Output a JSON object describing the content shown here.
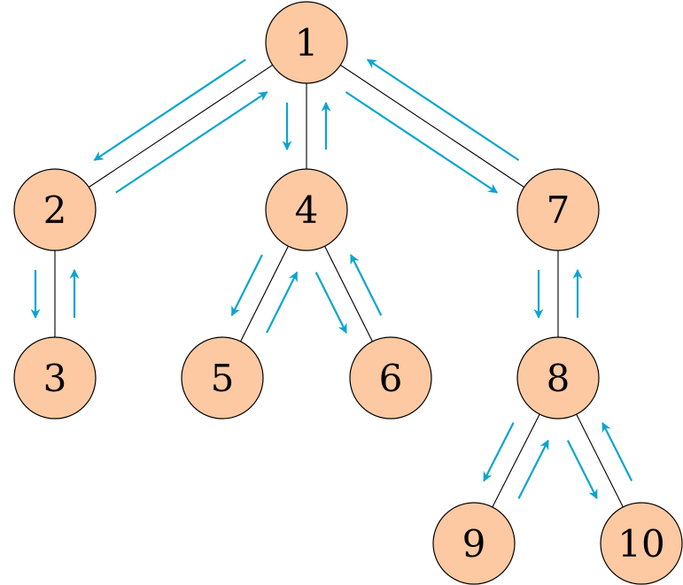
{
  "diagram": {
    "colors": {
      "node_fill": "#fdc9a2",
      "node_stroke": "#000000",
      "edge": "#000000",
      "arrow": "#0aa5d0"
    },
    "nodes": [
      {
        "id": "1",
        "label": "1"
      },
      {
        "id": "2",
        "label": "2"
      },
      {
        "id": "3",
        "label": "3"
      },
      {
        "id": "4",
        "label": "4"
      },
      {
        "id": "5",
        "label": "5"
      },
      {
        "id": "6",
        "label": "6"
      },
      {
        "id": "7",
        "label": "7"
      },
      {
        "id": "8",
        "label": "8"
      },
      {
        "id": "9",
        "label": "9"
      },
      {
        "id": "10",
        "label": "10"
      }
    ],
    "edges": [
      {
        "from": "1",
        "to": "2"
      },
      {
        "from": "1",
        "to": "4"
      },
      {
        "from": "1",
        "to": "7"
      },
      {
        "from": "2",
        "to": "3"
      },
      {
        "from": "4",
        "to": "5"
      },
      {
        "from": "4",
        "to": "6"
      },
      {
        "from": "7",
        "to": "8"
      },
      {
        "from": "8",
        "to": "9"
      },
      {
        "from": "8",
        "to": "10"
      }
    ],
    "traversal": [
      {
        "from": "1",
        "to": "2"
      },
      {
        "from": "2",
        "to": "3"
      },
      {
        "from": "3",
        "to": "2"
      },
      {
        "from": "2",
        "to": "1"
      },
      {
        "from": "1",
        "to": "4"
      },
      {
        "from": "4",
        "to": "5"
      },
      {
        "from": "5",
        "to": "4"
      },
      {
        "from": "4",
        "to": "6"
      },
      {
        "from": "6",
        "to": "4"
      },
      {
        "from": "4",
        "to": "1"
      },
      {
        "from": "1",
        "to": "7"
      },
      {
        "from": "7",
        "to": "8"
      },
      {
        "from": "8",
        "to": "9"
      },
      {
        "from": "9",
        "to": "8"
      },
      {
        "from": "8",
        "to": "10"
      },
      {
        "from": "10",
        "to": "8"
      },
      {
        "from": "8",
        "to": "7"
      },
      {
        "from": "7",
        "to": "1"
      }
    ]
  }
}
